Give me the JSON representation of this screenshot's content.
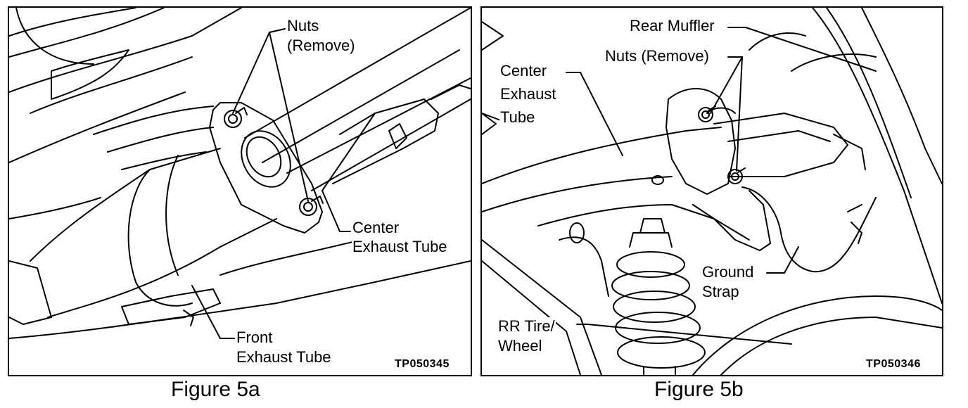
{
  "figure_a": {
    "caption": "Figure 5a",
    "code": "TP050345",
    "labels": {
      "nuts_line1": "Nuts",
      "nuts_line2": "(Remove)",
      "center_line1": "Center",
      "center_line2": "Exhaust Tube",
      "front_line1": "Front",
      "front_line2": "Exhaust Tube"
    }
  },
  "figure_b": {
    "caption": "Figure 5b",
    "code": "TP050346",
    "labels": {
      "rear_muffler": "Rear Muffler",
      "nuts": "Nuts (Remove)",
      "center_line1": "Center",
      "center_line2": "Exhaust",
      "center_line3": "Tube",
      "ground_line1": "Ground",
      "ground_line2": "Strap",
      "tire_line1": "RR Tire/",
      "tire_line2": "Wheel"
    }
  }
}
